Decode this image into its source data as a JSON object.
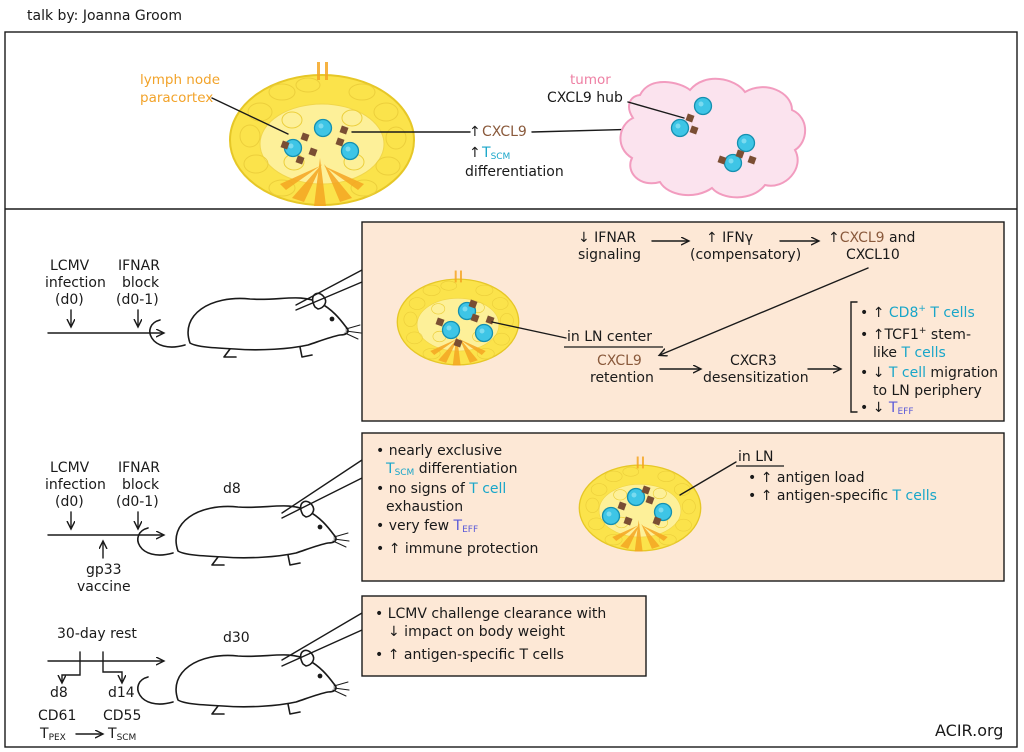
{
  "credit": "talk by: Joanna Groom",
  "footer": "ACIR.org",
  "colors": {
    "lymph_node": "#fbe34b",
    "tumor": "#fbe3ee",
    "panel": "#fde8d6",
    "cxcl9": "#8a5a3c",
    "tcell": "#19a6c9",
    "teff": "#5a5ad8",
    "lymph_label": "#f2a32a",
    "tumor_label": "#ee7fa3"
  },
  "top": {
    "lymph_label_1": "lymph node",
    "lymph_label_2": "paracortex",
    "tumor_label": "tumor",
    "hub_label": "CXCL9 hub",
    "up_arrow": "↑",
    "cxcl9": "CXCL9",
    "tscm_main": "T",
    "tscm_sub": "SCM",
    "differentiation": "differentiation"
  },
  "row1": {
    "timeline": {
      "infection_1": "LCMV",
      "infection_2": "infection",
      "infection_3": "(d0)",
      "block_1": "IFNAR",
      "block_2": "block",
      "block_3": "(d0-1)"
    },
    "flow": {
      "ifnar_1": "↓ IFNAR",
      "ifnar_2": "signaling",
      "ifng_1": "↑ IFNγ",
      "ifng_2": "(compensatory)",
      "cxcl_up": "↑",
      "cxcl9": "CXCL9",
      "and": " and",
      "cxcl10": "CXCL10",
      "ln_center": "in LN center",
      "retention_1": "CXCL9",
      "retention_2": "retention",
      "cxcr3_1": "CXCR3",
      "cxcr3_2": "desensitization"
    },
    "outcomes": {
      "o1_up": "• ↑ ",
      "o1_a": "CD8",
      "o1_sup": "+",
      "o1_b": " T cells",
      "o2_a": "• ↑TCF1",
      "o2_sup": "+",
      "o2_b": " stem-",
      "o2_c": "like ",
      "o2_d": "T cells",
      "o3_a": "• ↓ ",
      "o3_b": "T cell",
      "o3_c": " migration",
      "o3_d": "to LN periphery",
      "o4_a": "• ↓ ",
      "o4_b": "T",
      "o4_sub": "EFF"
    }
  },
  "row2": {
    "timeline": {
      "infection_1": "LCMV",
      "infection_2": "infection",
      "infection_3": "(d0)",
      "block_1": "IFNAR",
      "block_2": "block",
      "block_3": "(d0-1)",
      "vaccine_1": "gp33",
      "vaccine_2": "vaccine",
      "day": "d8"
    },
    "bullets": {
      "b1_a": "• nearly exclusive",
      "b1_b": "T",
      "b1_sub": "SCM",
      "b1_c": " differentiation",
      "b2_a": "• no signs of ",
      "b2_b": "T cell",
      "b2_c": "exhaustion",
      "b3_a": "• very few ",
      "b3_b": "T",
      "b3_sub": "EFF",
      "b4": "• ↑  immune protection"
    },
    "ln": {
      "title": "in LN",
      "l1": "• ↑ antigen load",
      "l2_a": "• ↑ antigen-specific ",
      "l2_b": "T cells"
    }
  },
  "row3": {
    "timeline": {
      "rest": "30-day rest",
      "d8": "d8",
      "d14": "d14",
      "cd61": "CD61",
      "cd55": "CD55",
      "tpex_main": "T",
      "tpex_sub": "PEX",
      "tscm_main": "T",
      "tscm_sub": "SCM",
      "day": "d30"
    },
    "bullets": {
      "b1_a": "•  LCMV challenge clearance with",
      "b1_b": "↓ impact on body weight",
      "b2": "• ↑ antigen-specific T cells"
    }
  }
}
